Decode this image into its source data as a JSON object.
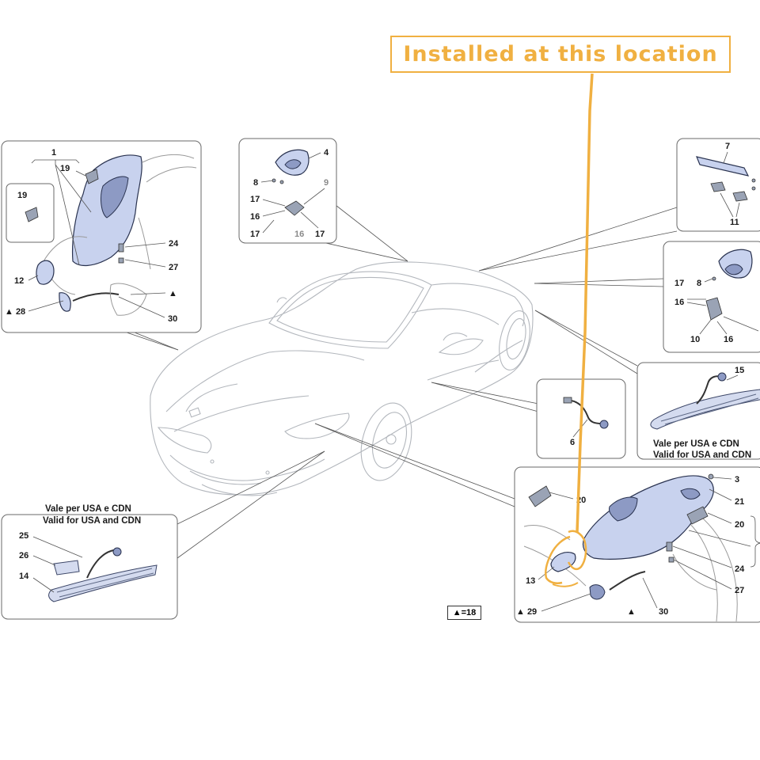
{
  "callout": {
    "text": "Installed at this location",
    "color": "#f0b041"
  },
  "legend": {
    "symbol": "▲",
    "text": "=18"
  },
  "notes": {
    "left": {
      "it": "Vale per USA e CDN",
      "en": "Valid for USA and CDN"
    },
    "right": {
      "it": "Vale per USA e CDN",
      "en": "Valid for USA and CDN"
    }
  },
  "panels": {
    "front_left": {
      "labels": [
        "1",
        "19",
        "19",
        "24",
        "27",
        "12",
        "▲ 28",
        "▲",
        "30"
      ]
    },
    "mirror": {
      "labels": [
        "4",
        "8",
        "9",
        "17",
        "16",
        "17",
        "16",
        "17"
      ]
    },
    "top_right": {
      "labels": [
        "7",
        "11"
      ]
    },
    "right_mirror": {
      "labels": [
        "17",
        "8",
        "16",
        "10",
        "16"
      ]
    },
    "side_marker_right": {
      "labels": [
        "15"
      ]
    },
    "harness": {
      "labels": [
        "6"
      ]
    },
    "side_marker_left": {
      "labels": [
        "25",
        "26",
        "14"
      ]
    },
    "headlight_right": {
      "labels": [
        "3",
        "21",
        "20",
        "20",
        "24",
        "27",
        "13",
        "▲ 29",
        "30"
      ]
    }
  },
  "colors": {
    "part_fill": "#c8d2ee",
    "part_stroke": "#2a3350",
    "box_stroke": "#6a6a6a",
    "car_lines": "#b3b7bd"
  }
}
